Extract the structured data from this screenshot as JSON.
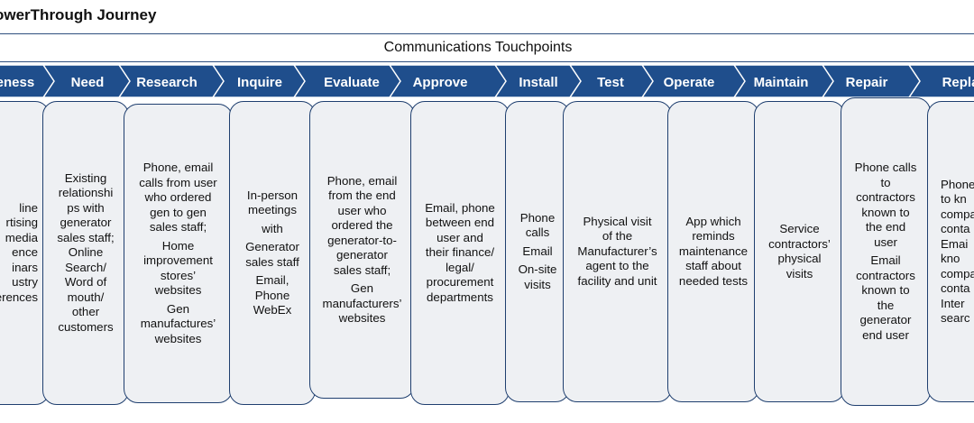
{
  "title": "owerThrough Journey",
  "banner": "Communications Touchpoints",
  "colors": {
    "stage_fill": "#1f4e8c",
    "card_fill": "#eef0f3",
    "card_border": "#1f3f6f"
  },
  "stages": [
    {
      "label": "reness"
    },
    {
      "label": "Need"
    },
    {
      "label": "Research"
    },
    {
      "label": "Inquire"
    },
    {
      "label": "Evaluate"
    },
    {
      "label": "Approve"
    },
    {
      "label": "Install"
    },
    {
      "label": "Test"
    },
    {
      "label": "Operate"
    },
    {
      "label": "Maintain"
    },
    {
      "label": "Repair"
    },
    {
      "label": "Repla"
    }
  ],
  "cards": [
    {
      "lines": [
        "line",
        "rtising",
        "media",
        "ence",
        "inars",
        "ustry",
        "erences"
      ]
    },
    {
      "lines": [
        "Existing",
        "relationshi",
        "ps with",
        "generator",
        "sales staff;",
        "Online",
        "Search/",
        "Word of",
        "mouth/",
        "other",
        "customers"
      ]
    },
    {
      "lines": [
        "Phone, email",
        "calls from user",
        "who ordered",
        "gen to gen",
        "sales staff;",
        "Home",
        "improvement",
        "stores’",
        "websites",
        "Gen",
        "manufactures’",
        "websites"
      ]
    },
    {
      "lines": [
        "In-person",
        "meetings",
        "with",
        "Generator",
        "sales staff",
        "Email,",
        "Phone",
        "WebEx"
      ]
    },
    {
      "lines": [
        "Phone, email",
        "from the end",
        "user who",
        "ordered the",
        "generator-to-",
        "generator",
        "sales staff;",
        "Gen",
        "manufacturers’",
        "websites"
      ]
    },
    {
      "lines": [
        "Email, phone",
        "between end",
        "user and",
        "their finance/",
        "legal/",
        "procurement",
        "departments"
      ]
    },
    {
      "lines": [
        "Phone",
        "calls",
        "Email",
        "On-site",
        "visits"
      ]
    },
    {
      "lines": [
        "Physical visit",
        "of the",
        "Manufacturer’s",
        "agent to the",
        "facility and unit"
      ]
    },
    {
      "lines": [
        "App which",
        "reminds",
        "maintenance",
        "staff about",
        "needed tests"
      ]
    },
    {
      "lines": [
        "Service",
        "contractors’",
        "physical",
        "visits"
      ]
    },
    {
      "lines": [
        "Phone calls",
        "to",
        "contractors",
        "known to",
        "the end",
        "user",
        "Email",
        "contractors",
        "known to",
        "the",
        "generator",
        "end user"
      ]
    },
    {
      "lines": [
        "Phone",
        "to kn",
        "compa",
        "conta",
        "Emai",
        "kno",
        "compa",
        "conta",
        "Inter",
        "searc"
      ]
    }
  ]
}
